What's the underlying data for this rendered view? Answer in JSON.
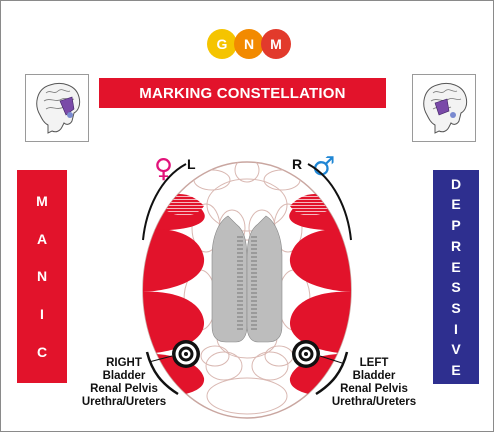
{
  "logo": {
    "letters": [
      "G",
      "N",
      "M"
    ],
    "colors": [
      "#f5c400",
      "#f28a00",
      "#e23a2c"
    ]
  },
  "title": "MARKING CONSTELLATION",
  "left_bar": {
    "letters": [
      "M",
      "A",
      "N",
      "I",
      "C"
    ],
    "color": "#e2132b"
  },
  "right_bar": {
    "letters": [
      "D",
      "E",
      "P",
      "R",
      "E",
      "S",
      "S",
      "I",
      "V",
      "E"
    ],
    "color": "#2e2f8f"
  },
  "side_labels": {
    "left": "L",
    "right": "R"
  },
  "symbols": {
    "female": "♀",
    "male": "♂",
    "female_color": "#e2137a",
    "male_color": "#1f86d4"
  },
  "annotations": {
    "right_side": [
      "RIGHT",
      "Bladder",
      "Renal Pelvis",
      "Urethra/Ureters"
    ],
    "left_side": [
      "LEFT",
      "Bladder",
      "Renal Pelvis",
      "Urethra/Ureters"
    ]
  }
}
